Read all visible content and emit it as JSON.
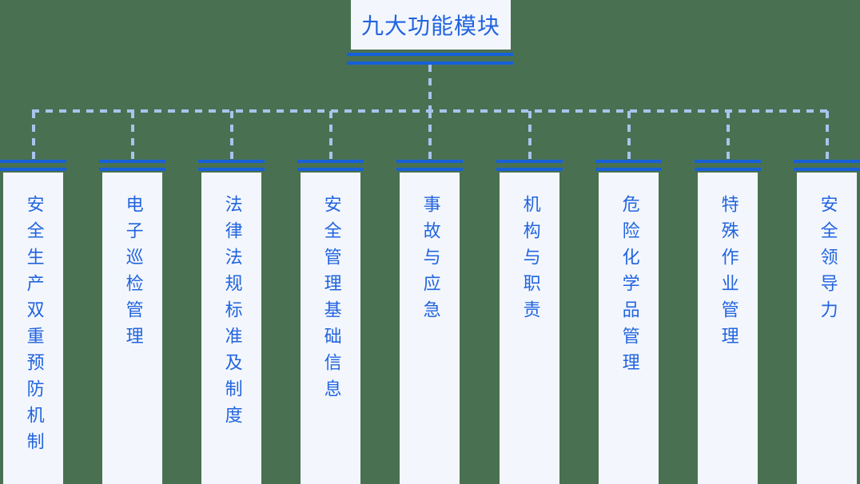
{
  "title": "九大功能模块",
  "modules": [
    "安全生产双重预防机制",
    "电子巡检管理",
    "法律法规标准及制度",
    "安全管理基础信息",
    "事故与应急",
    "机构与职责",
    "危险化学品管理",
    "特殊作业管理",
    "安全领导力"
  ],
  "colors": {
    "background": "#4A7052",
    "node_fill": "#F3F7FD",
    "solid_line": "#1660DA",
    "dashed_line": "#A8C4EC",
    "text": "#2264DF"
  }
}
